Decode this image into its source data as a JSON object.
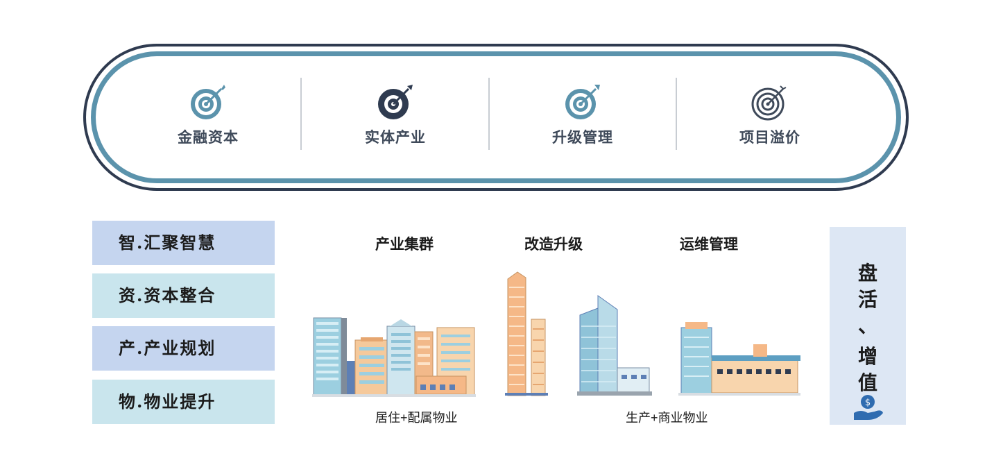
{
  "capsule": {
    "items": [
      {
        "label": "金融资本",
        "icon": "target-arrow-icon"
      },
      {
        "label": "实体产业",
        "icon": "target-arrow-icon"
      },
      {
        "label": "升级管理",
        "icon": "target-arrow-icon"
      },
      {
        "label": "项目溢价",
        "icon": "target-arrow-icon"
      }
    ]
  },
  "left_tags": [
    {
      "label": "智.汇聚智慧"
    },
    {
      "label": "资.资本整合"
    },
    {
      "label": "产.产业规划"
    },
    {
      "label": "物.物业提升"
    }
  ],
  "middle": {
    "headings": [
      "产业集群",
      "改造升级",
      "运维管理"
    ],
    "captions": [
      "居住+配属物业",
      "生产+商业物业"
    ]
  },
  "right": {
    "chars": [
      "盘",
      "活",
      "、",
      "增",
      "值"
    ],
    "icon": "money-hand-icon"
  },
  "colors": {
    "capsule_outer": "#2f3b50",
    "capsule_inner": "#5b93ac",
    "tag_blue": "#c5d5ef",
    "tag_teal": "#c9e5ed",
    "right_panel": "#dde7f4"
  }
}
